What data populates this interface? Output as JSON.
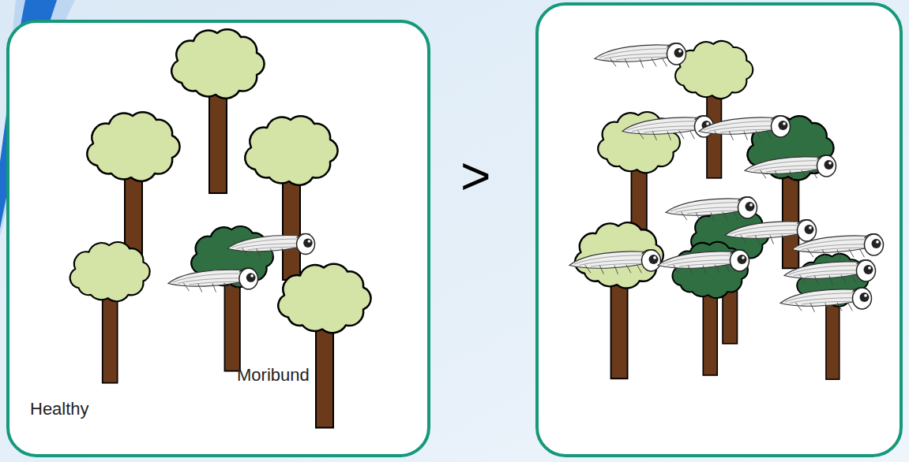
{
  "diagram": {
    "nodes": [
      {
        "text": [
          "Moribund",
          "Healthy"
        ]
      }
    ],
    "labels": [
      ">"
    ]
  }
}
